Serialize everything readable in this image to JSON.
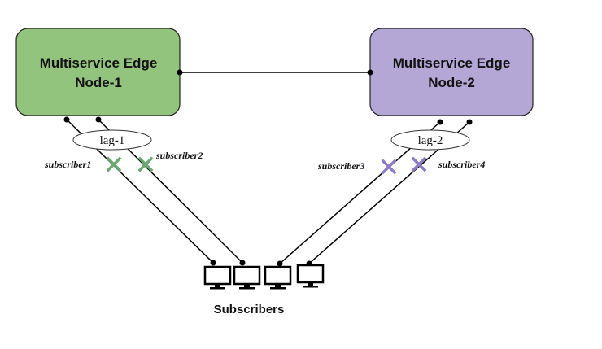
{
  "nodes": [
    {
      "line1": "Multiservice Edge",
      "line2": "Node-1",
      "fill": "#93c47d"
    },
    {
      "line1": "Multiservice Edge",
      "line2": "Node-2",
      "fill": "#b4a7d6"
    }
  ],
  "lags": [
    "lag-1",
    "lag-2"
  ],
  "subscribers": [
    "subscriber1",
    "subscriber2",
    "subscriber3",
    "subscriber4"
  ],
  "caption": "Subscribers",
  "colors": {
    "x_green": "#6aa874",
    "x_purple": "#8e7cc3",
    "line": "#000000"
  },
  "icons": [
    "monitor-icon",
    "monitor-icon",
    "monitor-icon",
    "monitor-icon"
  ]
}
